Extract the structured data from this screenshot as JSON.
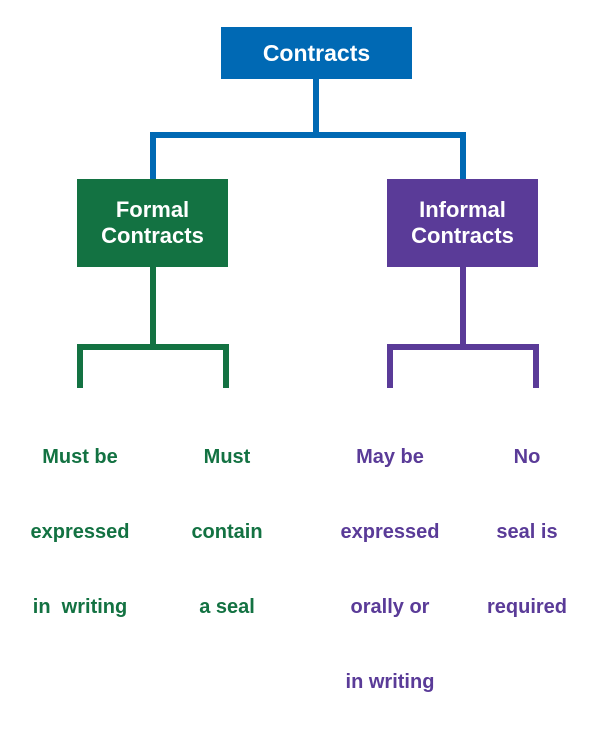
{
  "colors": {
    "root": "#0069b4",
    "formal": "#137242",
    "informal": "#5a3b98"
  },
  "root": {
    "label": "Contracts"
  },
  "branches": [
    {
      "label_lines": [
        "Formal",
        "Contracts"
      ],
      "leaves": [
        {
          "lines": [
            "Must be",
            "expressed",
            "in  writing"
          ]
        },
        {
          "lines": [
            "Must",
            "contain",
            "a seal"
          ]
        }
      ]
    },
    {
      "label_lines": [
        "Informal",
        "Contracts"
      ],
      "leaves": [
        {
          "lines": [
            "May be",
            "expressed",
            "orally or",
            "in writing"
          ]
        },
        {
          "lines": [
            "No",
            "seal is",
            "required"
          ]
        }
      ]
    }
  ]
}
